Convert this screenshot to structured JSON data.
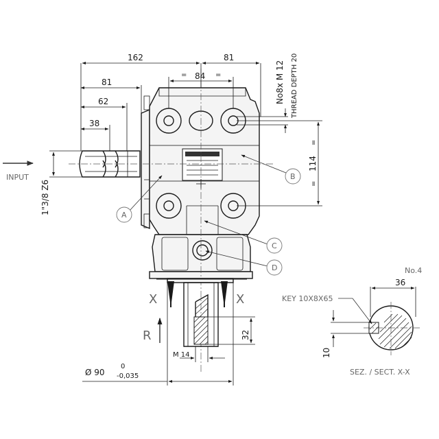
{
  "dimensions": {
    "d162": "162",
    "d81_top": "81",
    "d84": "84",
    "d81_mid": "81",
    "d62": "62",
    "d38": "38",
    "d114": "114",
    "d32": "32",
    "d36": "36",
    "d10": "10",
    "eq": "=",
    "m14": "M 14",
    "dia90": "Ø 90",
    "tol_upper": "0",
    "tol_lower": "-0,035"
  },
  "labels": {
    "thread_spec": "No8x M 12",
    "thread_depth": "THREAD DEPTH 20",
    "input": "INPUT",
    "spline": "1\"3/8 Z6",
    "key": "KEY 10X8X65",
    "section": "SEZ. / SECT. X-X",
    "sheet_no": "No.4",
    "rotation": "R",
    "section_x_left": "X",
    "section_x_right": "X"
  },
  "callouts": [
    {
      "id": "A"
    },
    {
      "id": "B"
    },
    {
      "id": "C"
    },
    {
      "id": "D"
    }
  ]
}
